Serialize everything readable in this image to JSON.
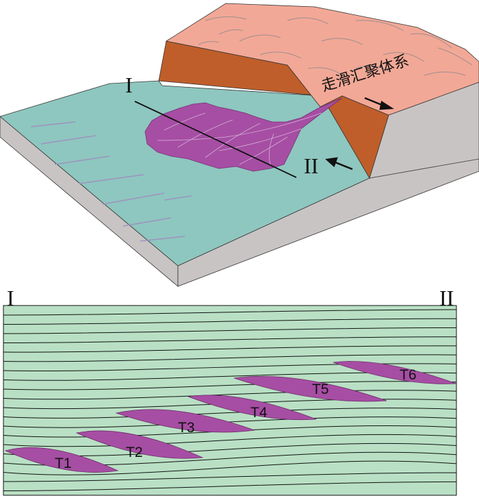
{
  "block_diagram": {
    "label_system": "走滑汇聚体系",
    "label_start": "I",
    "label_end": "II",
    "colors": {
      "upland_top": "#f2a896",
      "upland_scarp": "#bf5e2a",
      "upland_side": "#c9c4c4",
      "basin_top": "#8ec7bf",
      "basin_front": "#c9c4c4",
      "fan": "#a64ea3",
      "fan_lines": "#d4b0d8",
      "basin_lines": "#9e92bf",
      "upland_lines": "#9b8f8f"
    }
  },
  "cross_section": {
    "label_start": "I",
    "label_end": "II",
    "fill_color": "#b9e0c4",
    "body_color": "#a64ea3",
    "units": [
      "T1",
      "T2",
      "T3",
      "T4",
      "T5",
      "T6"
    ]
  }
}
